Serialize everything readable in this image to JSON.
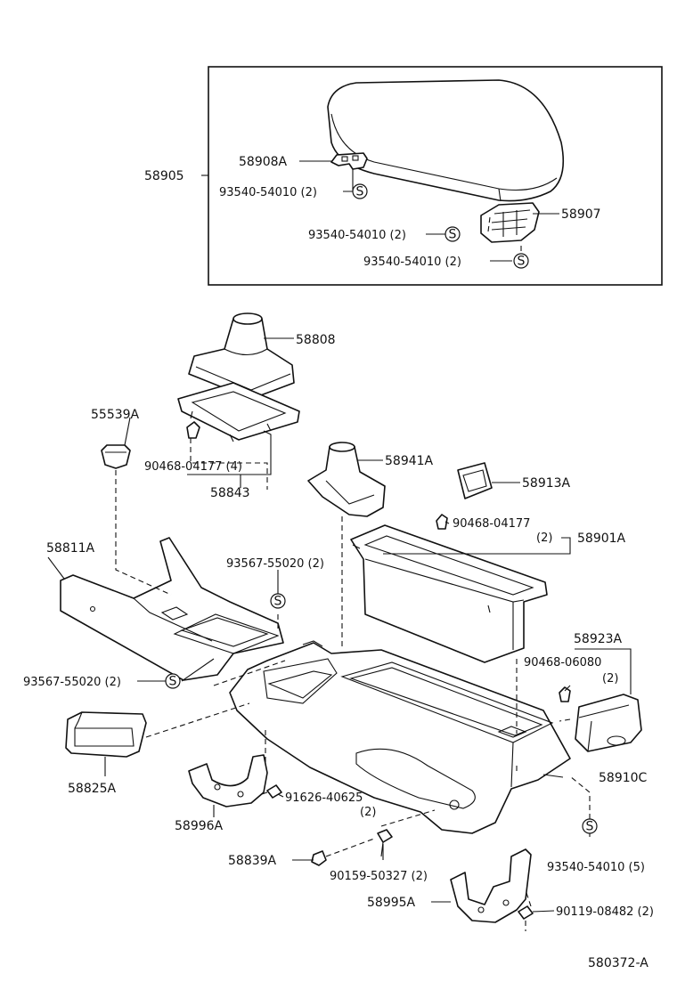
{
  "parts": {
    "p58905": "58905",
    "p58908A": "58908A",
    "p58907": "58907",
    "s1": "93540-54010 (2)",
    "s2": "93540-54010 (2)",
    "s3": "93540-54010 (2)",
    "p58808": "58808",
    "p55539A": "55539A",
    "p90468a": "90468-04177 (4)",
    "p58843": "58843",
    "p58941A": "58941A",
    "p58913A": "58913A",
    "p90468b": "90468-04177",
    "p90468b_qty": "(2)",
    "p58901A": "58901A",
    "p58811A": "58811A",
    "p93567a": "93567-55020 (2)",
    "p93567b": "93567-55020 (2)",
    "p58923A": "58923A",
    "p90468c": "90468-06080",
    "p90468c_qty": "(2)",
    "p58825A": "58825A",
    "p58910C": "58910C",
    "p58996A": "58996A",
    "p91626": "91626-40625",
    "p91626_qty": "(2)",
    "p93540c": "93540-54010 (5)",
    "p58839A": "58839A",
    "p90159": "90159-50327 (2)",
    "p58995A": "58995A",
    "p90119": "90119-08482 (2)",
    "ref": "580372-A"
  },
  "s_symbol": "S"
}
